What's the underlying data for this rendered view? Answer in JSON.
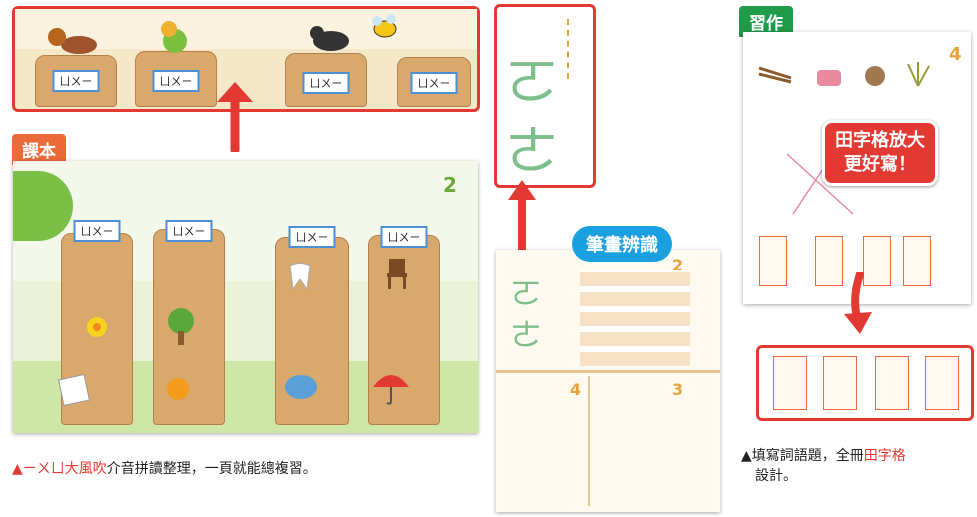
{
  "tags": {
    "keben": "課本",
    "xizuo": "習作"
  },
  "bubbles": {
    "stroke": "筆畫辨識",
    "grid": "田字格放大\n更好寫！"
  },
  "labels": {
    "stump": "ㄩㄨㄧ"
  },
  "digits": {
    "lesson2": "2",
    "lesson3": "3",
    "lesson4": "4"
  },
  "symbols": {
    "o_upper": "ㄛ",
    "o_lower": "ㄜ"
  },
  "captions": {
    "left_red": "▲ㄧㄨㄩ大風吹",
    "left_rest": "介音拼讀整理，一頁就能總複習。",
    "right_pre": "▲填寫詞語題，全冊",
    "right_red": "田字格",
    "right_post": "設計。"
  },
  "colors": {
    "accent_red": "#e23a32",
    "green_tag": "#1f9b4a",
    "blue_bubble": "#1aa0e1",
    "orange_tag": "#ec6a3a"
  }
}
